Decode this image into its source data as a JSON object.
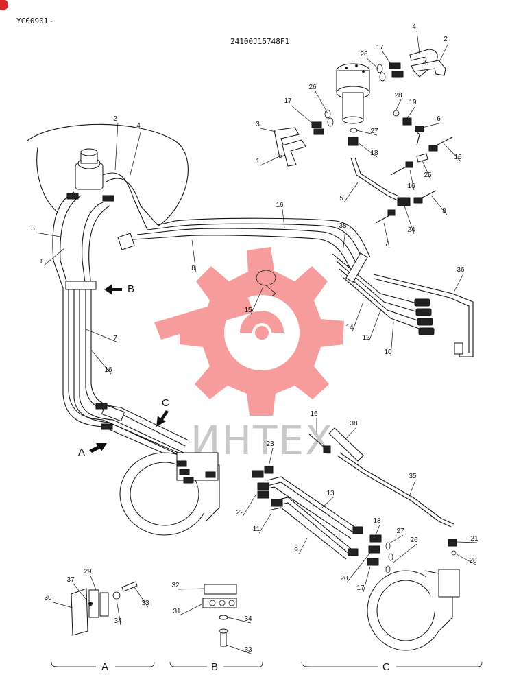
{
  "header": {
    "serial": "YC00901~",
    "drawing_code": "24100J15748F1"
  },
  "watermark": {
    "text": "ИНТЕХ",
    "color": "#f03c3c"
  },
  "callouts": [
    {
      "id": "c-4a",
      "text": "4"
    },
    {
      "id": "c-2a",
      "text": "2"
    },
    {
      "id": "c-17a",
      "text": "17"
    },
    {
      "id": "c-26a",
      "text": "26"
    },
    {
      "id": "c-26b",
      "text": "26"
    },
    {
      "id": "c-17b",
      "text": "17"
    },
    {
      "id": "c-28a",
      "text": "28"
    },
    {
      "id": "c-19",
      "text": "19"
    },
    {
      "id": "c-3a",
      "text": "3"
    },
    {
      "id": "c-27a",
      "text": "27"
    },
    {
      "id": "c-6",
      "text": "6"
    },
    {
      "id": "c-18a",
      "text": "18"
    },
    {
      "id": "c-1a",
      "text": "1"
    },
    {
      "id": "c-16a",
      "text": "16"
    },
    {
      "id": "c-25",
      "text": "25"
    },
    {
      "id": "c-16b",
      "text": "16"
    },
    {
      "id": "c-5",
      "text": "5"
    },
    {
      "id": "c-8a",
      "text": "8"
    },
    {
      "id": "c-24",
      "text": "24"
    },
    {
      "id": "c-7a",
      "text": "7"
    },
    {
      "id": "c-2b",
      "text": "2"
    },
    {
      "id": "c-4b",
      "text": "4"
    },
    {
      "id": "c-16c",
      "text": "16"
    },
    {
      "id": "c-38a",
      "text": "38"
    },
    {
      "id": "c-3b",
      "text": "3"
    },
    {
      "id": "c-1b",
      "text": "1"
    },
    {
      "id": "c-8b",
      "text": "8"
    },
    {
      "id": "c-36",
      "text": "36"
    },
    {
      "id": "c-15",
      "text": "15"
    },
    {
      "id": "c-14",
      "text": "14"
    },
    {
      "id": "c-12",
      "text": "12"
    },
    {
      "id": "c-10",
      "text": "10"
    },
    {
      "id": "c-7b",
      "text": "7"
    },
    {
      "id": "c-16d",
      "text": "16"
    },
    {
      "id": "c-16e",
      "text": "16"
    },
    {
      "id": "c-38b",
      "text": "38"
    },
    {
      "id": "c-23",
      "text": "23"
    },
    {
      "id": "c-35",
      "text": "35"
    },
    {
      "id": "c-13",
      "text": "13"
    },
    {
      "id": "c-22",
      "text": "22"
    },
    {
      "id": "c-11",
      "text": "11"
    },
    {
      "id": "c-18b",
      "text": "18"
    },
    {
      "id": "c-27b",
      "text": "27"
    },
    {
      "id": "c-21",
      "text": "21"
    },
    {
      "id": "c-26c",
      "text": "26"
    },
    {
      "id": "c-9",
      "text": "9"
    },
    {
      "id": "c-20",
      "text": "20"
    },
    {
      "id": "c-28b",
      "text": "28"
    },
    {
      "id": "c-17c",
      "text": "17"
    },
    {
      "id": "c-29",
      "text": "29"
    },
    {
      "id": "c-37",
      "text": "37"
    },
    {
      "id": "c-30",
      "text": "30"
    },
    {
      "id": "c-33a",
      "text": "33"
    },
    {
      "id": "c-34a",
      "text": "34"
    },
    {
      "id": "c-32",
      "text": "32"
    },
    {
      "id": "c-31",
      "text": "31"
    },
    {
      "id": "c-34b",
      "text": "34"
    },
    {
      "id": "c-33b",
      "text": "33"
    }
  ],
  "view_arrows": {
    "b": "B",
    "c": "C",
    "a": "A"
  },
  "detail_sections": {
    "a": "A",
    "b": "B",
    "c": "C"
  }
}
